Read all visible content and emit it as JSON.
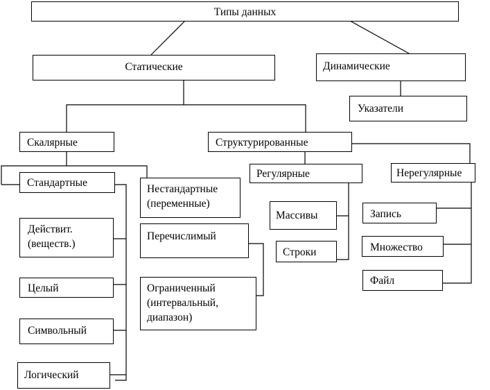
{
  "diagram": {
    "nodes": {
      "data_types": "Типы данных",
      "static": "Статические",
      "dynamic": "Динамические",
      "pointers": "Указатели",
      "scalar": "Скалярные",
      "structured": "Структурированные",
      "standard": "Стандартные",
      "nonstandard": "Нестандартные\n(переменные)",
      "regular": "Регулярные",
      "irregular": "Нерегулярные",
      "real": "Действит.\n(веществ.)",
      "integer": "Целый",
      "character": "Символьный",
      "logical": "Логический",
      "enumerated": "Перечислимый",
      "bounded": "Ограниченный\n(интервальный,\nдиапазон)",
      "arrays": "Массивы",
      "strings": "Строки",
      "record": "Запись",
      "set": "Множество",
      "file": "Файл"
    }
  }
}
